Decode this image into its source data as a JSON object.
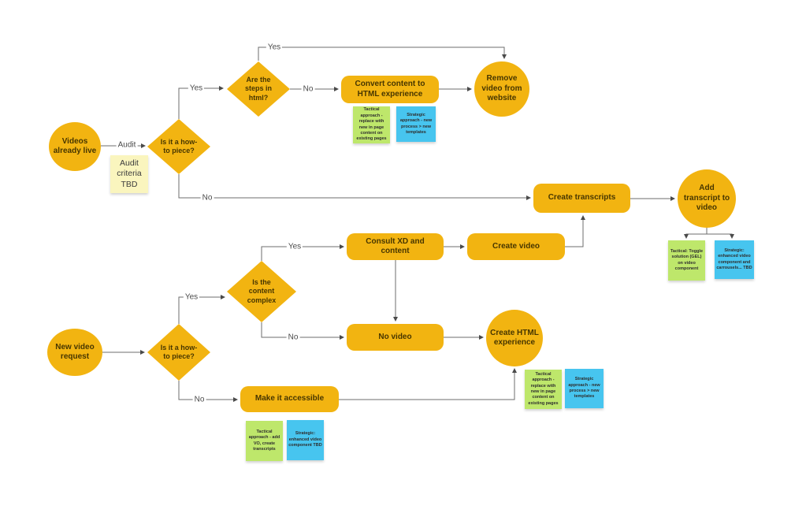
{
  "colors": {
    "shape_yellow": "#F2B411",
    "shape_text": "#473600",
    "sticky_light_yellow": "#FAF5BE",
    "sticky_green": "#BEE76B",
    "sticky_blue": "#47C5EF",
    "connector_gray": "#6E6E6E",
    "canvas_background": "#FFFFFF"
  },
  "nodes": {
    "videos_live": {
      "label": "Videos already live",
      "shape": "circle"
    },
    "howto_live": {
      "label": "Is it a how-to piece?",
      "shape": "diamond"
    },
    "steps_html": {
      "label": "Are the steps in html?",
      "shape": "diamond"
    },
    "convert_html": {
      "label": "Convert content to HTML experience",
      "shape": "process"
    },
    "remove_video": {
      "label": "Remove video from website",
      "shape": "circle"
    },
    "create_transcripts": {
      "label": "Create transcripts",
      "shape": "process"
    },
    "add_transcript": {
      "label": "Add transcript to video",
      "shape": "circle"
    },
    "content_complex": {
      "label": "Is the content complex",
      "shape": "diamond"
    },
    "consult_xd": {
      "label": "Consult XD and content",
      "shape": "process"
    },
    "create_video": {
      "label": "Create video",
      "shape": "process"
    },
    "no_video": {
      "label": "No video",
      "shape": "process"
    },
    "create_html": {
      "label": "Create HTML experience",
      "shape": "circle"
    },
    "new_request": {
      "label": "New video request",
      "shape": "circle"
    },
    "howto_new": {
      "label": "Is it a how-to piece?",
      "shape": "diamond"
    },
    "make_accessible": {
      "label": "Make it accessible",
      "shape": "process"
    }
  },
  "stickies": {
    "audit_criteria": {
      "text": "Audit criteria TBD",
      "color": "light-yellow"
    },
    "convert_tactical": {
      "text": "Tactical approach - replace with new in page content on existing pages",
      "color": "green"
    },
    "convert_strategic": {
      "text": "Strategic approach - new process > new templates",
      "color": "blue"
    },
    "transcript_tactical": {
      "text": "Tactical: Toggle solution (GEL) on video component",
      "color": "green"
    },
    "transcript_strategic": {
      "text": "Strategic: enhanced video component and carrousels... TBD",
      "color": "blue"
    },
    "html_tactical": {
      "text": "Tactical approach - replace with new in page content on existing pages",
      "color": "green"
    },
    "html_strategic": {
      "text": "Strategic approach - new process > new templates",
      "color": "blue"
    },
    "accessible_tactical": {
      "text": "Tactical approach - add VO, create transcripts",
      "color": "green"
    },
    "accessible_strategic": {
      "text": "Strategic: enhanced video component TBD",
      "color": "blue"
    }
  },
  "edge_labels": {
    "audit": "Audit",
    "live_yes": "Yes",
    "live_no": "No",
    "steps_yes": "Yes",
    "steps_no": "No",
    "complex_yes": "Yes",
    "complex_no": "No",
    "new_yes": "Yes",
    "new_no": "No"
  }
}
